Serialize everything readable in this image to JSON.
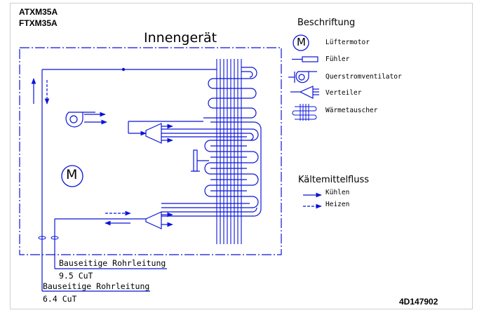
{
  "models": [
    "ATXM35A",
    "FTXM35A"
  ],
  "title": "Innengerät",
  "legend": {
    "heading": "Beschriftung",
    "motor_symbol": "M",
    "items": [
      "Lüftermotor",
      "Fühler",
      "Querstromventilator",
      "Verteiler",
      "Wärmetauscher"
    ]
  },
  "flow": {
    "heading": "Kältemittelfluss",
    "items": [
      "Kühlen",
      "Heizen"
    ]
  },
  "motor_label": "M",
  "pipes": [
    {
      "label": "Bauseitige Rohrleitung",
      "size": "9.5 CuT"
    },
    {
      "label": "Bauseitige Rohrleitung",
      "size": "6.4 CuT"
    }
  ],
  "drawing_number": "4D147902",
  "colors": {
    "line": "#0a14d8",
    "text": "#000000",
    "border": "#cfcfcf"
  }
}
